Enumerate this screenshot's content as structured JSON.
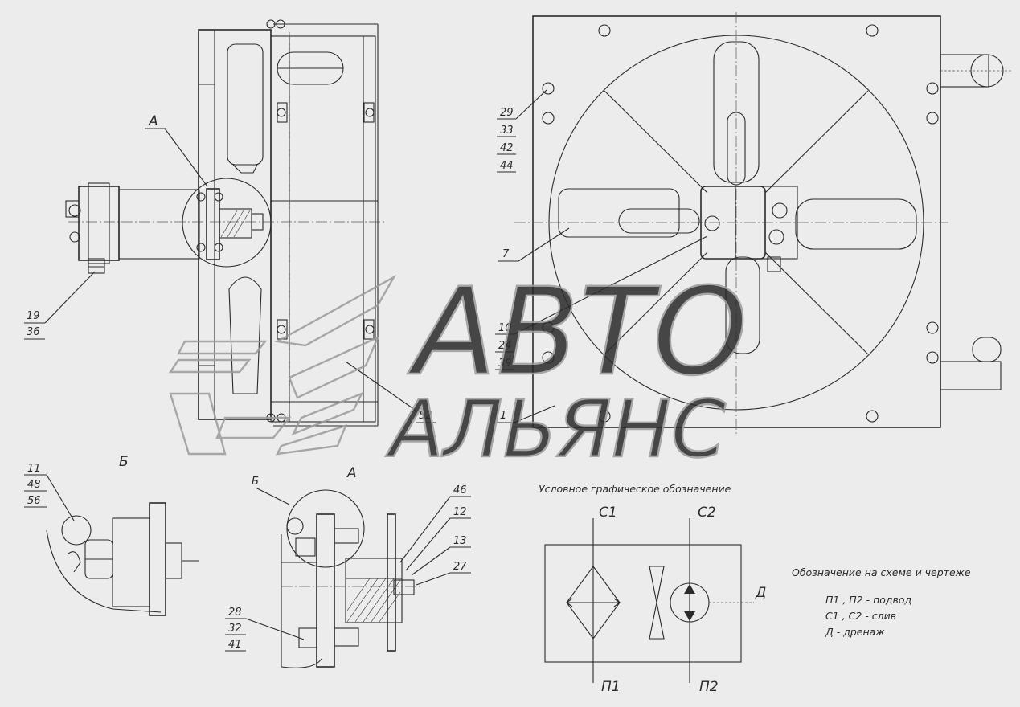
{
  "labels": {
    "view_a_left": "А",
    "detail_b": "Б",
    "view_a_mid": "А",
    "detail_b_small": "Б",
    "p7": "7",
    "p52": "52",
    "p1": "1",
    "p46": "46",
    "p12": "12",
    "p13": "13",
    "p27": "27"
  },
  "stacks": {
    "left_19": [
      "19",
      "36"
    ],
    "right_29": [
      "29",
      "33",
      "42",
      "44"
    ],
    "right_10": [
      "10",
      "24",
      "39"
    ],
    "b_11": [
      "11",
      "48",
      "56"
    ],
    "a_28": [
      "28",
      "32",
      "41"
    ]
  },
  "symbol": {
    "caption": "Условное графическое обозначение",
    "c1": "С1",
    "c2": "С2",
    "p1": "П1",
    "p2": "П2",
    "d": "Д"
  },
  "legend": {
    "title": "Обозначение на схеме и чертеже",
    "row1": "П1 , П2  - подвод",
    "row2": "С1 , С2  - слив",
    "row3": "Д           - дренаж"
  },
  "watermark": {
    "line1": "АВТО",
    "line2": "АЛЬЯНС"
  }
}
